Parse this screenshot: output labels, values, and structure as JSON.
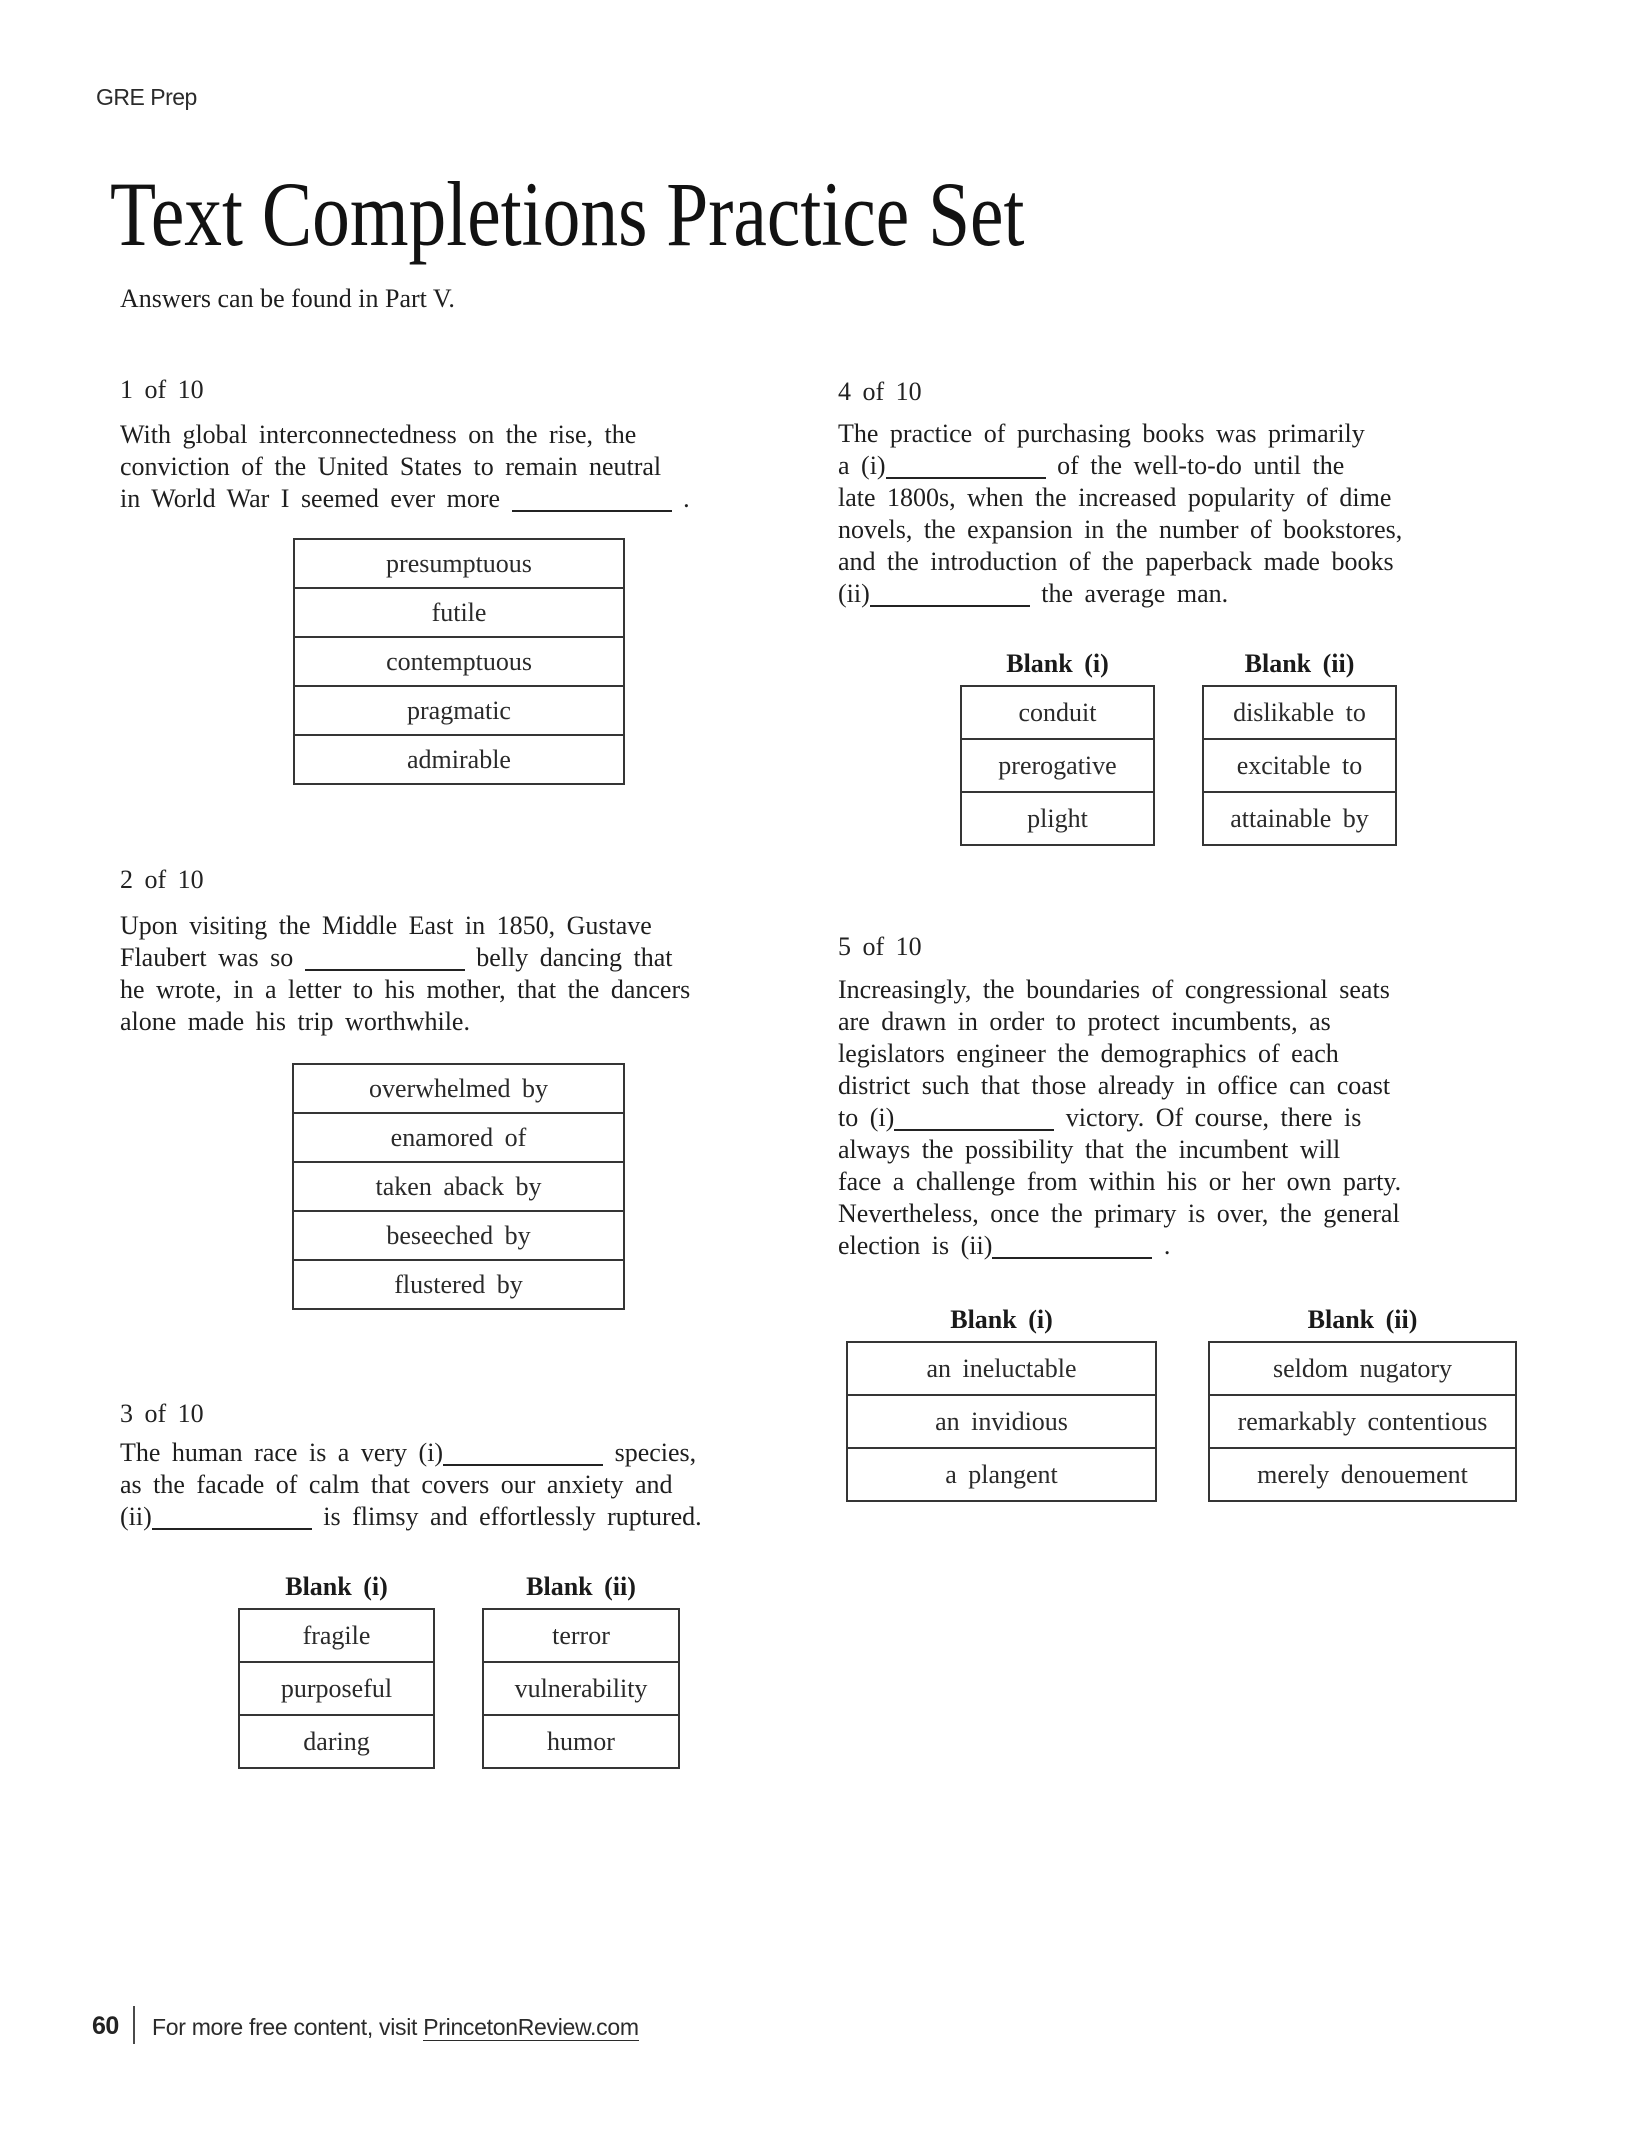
{
  "page": {
    "brand": "GRE Prep",
    "title": "Text Completions Practice Set",
    "subtitle": "Answers can be found in Part V.",
    "footer": {
      "page_number": "60",
      "text": "For more free content, visit ",
      "link": "PrincetonReview.com"
    }
  },
  "questions": [
    {
      "id": "q1",
      "number": "1 of 10",
      "lines": [
        "With global interconnectedness on the rise, the",
        "conviction of the United States to remain neutral",
        "in World War I seemed ever more _____________ ."
      ],
      "tables": [
        {
          "header": null,
          "options": [
            "presumptuous",
            "futile",
            "contemptuous",
            "pragmatic",
            "admirable"
          ]
        }
      ]
    },
    {
      "id": "q2",
      "number": "2 of 10",
      "lines": [
        "Upon visiting the Middle East in 1850, Gustave",
        "Flaubert was so _____________ belly dancing that",
        "he wrote, in a letter to his mother, that the dancers",
        "alone made his trip worthwhile."
      ],
      "tables": [
        {
          "header": null,
          "options": [
            "overwhelmed by",
            "enamored of",
            "taken aback by",
            "beseeched by",
            "flustered by"
          ]
        }
      ]
    },
    {
      "id": "q3",
      "number": "3 of 10",
      "lines": [
        "The human race is a very (i)_____________ species,",
        "as the facade of calm that covers our anxiety and",
        "(ii)_____________ is flimsy and effortlessly ruptured."
      ],
      "tables": [
        {
          "header": "Blank (i)",
          "options": [
            "fragile",
            "purposeful",
            "daring"
          ]
        },
        {
          "header": "Blank (ii)",
          "options": [
            "terror",
            "vulnerability",
            "humor"
          ]
        }
      ]
    },
    {
      "id": "q4",
      "number": "4 of 10",
      "lines": [
        "The practice of purchasing books was primarily",
        "a (i)_____________ of the well-to-do until the",
        "late 1800s, when the increased popularity of dime",
        "novels, the expansion in the number of bookstores,",
        "and the introduction of the paperback made books",
        "(ii)_____________ the average man."
      ],
      "tables": [
        {
          "header": "Blank (i)",
          "options": [
            "conduit",
            "prerogative",
            "plight"
          ]
        },
        {
          "header": "Blank (ii)",
          "options": [
            "dislikable to",
            "excitable to",
            "attainable by"
          ]
        }
      ]
    },
    {
      "id": "q5",
      "number": "5 of 10",
      "lines": [
        "Increasingly, the boundaries of congressional seats",
        "are drawn in order to protect incumbents, as",
        "legislators engineer the demographics of each",
        "district such that those already in office can coast",
        "to (i)_____________ victory. Of course, there is",
        "always the possibility that the incumbent will",
        "face a challenge from within his or her own party.",
        "Nevertheless, once the primary is over, the general",
        "election is (ii)_____________ ."
      ],
      "tables": [
        {
          "header": "Blank (i)",
          "options": [
            "an ineluctable",
            "an invidious",
            "a plangent"
          ]
        },
        {
          "header": "Blank (ii)",
          "options": [
            "seldom nugatory",
            "remarkably contentious",
            "merely denouement"
          ]
        }
      ]
    }
  ]
}
